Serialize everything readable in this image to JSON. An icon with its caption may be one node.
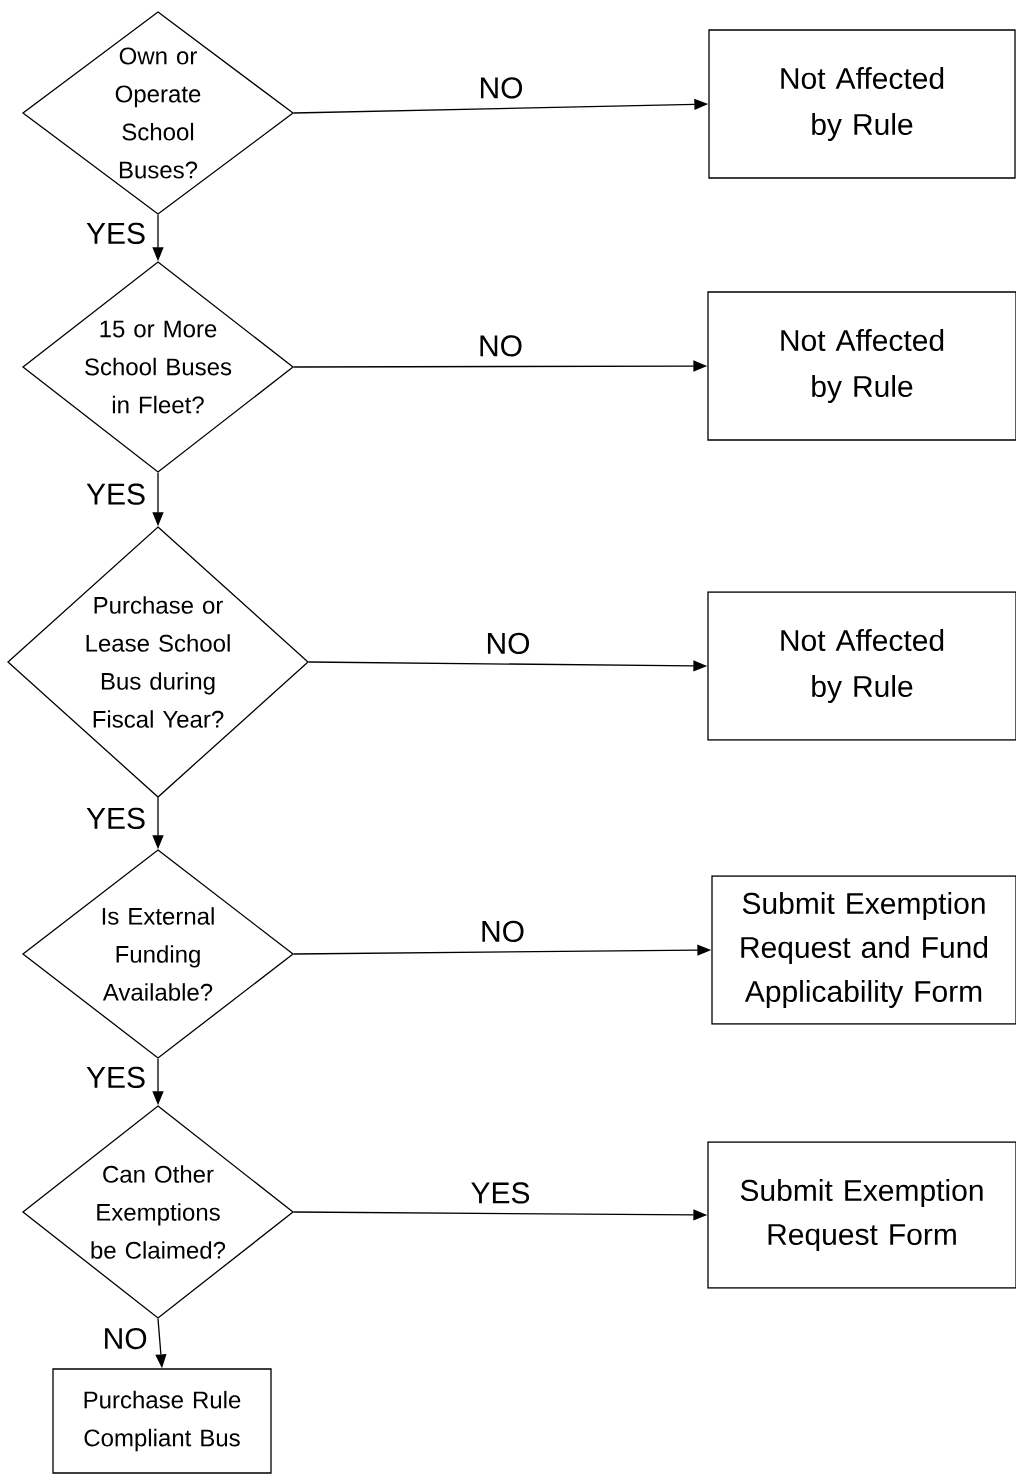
{
  "diagram": {
    "nodes": [
      {
        "text": [
          "Own or Operate School Buses?"
        ]
      },
      {
        "text": [
          "Not Affected by Rule"
        ]
      },
      {
        "text": [
          "15 or More School Buses in Fleet?"
        ]
      },
      {
        "text": [
          "Not Affected by Rule"
        ]
      },
      {
        "text": [
          "Purchase or Lease School Bus during Fiscal Year?"
        ]
      },
      {
        "text": [
          "Not Affected by Rule"
        ]
      },
      {
        "text": [
          "Is External Funding Available?"
        ]
      },
      {
        "text": [
          "Submit Exemption Request and Fund Applicability Form"
        ]
      },
      {
        "text": [
          "Can Other Exemptions be Claimed?"
        ]
      },
      {
        "text": [
          "Submit Exemption Request Form"
        ]
      },
      {
        "text": [
          "Purchase Rule Compliant Bus"
        ]
      }
    ],
    "edges": [
      {
        "from": 0,
        "to": 1,
        "arrow": "to",
        "label": "NO"
      },
      {
        "from": 0,
        "to": 2,
        "arrow": "to",
        "label": "YES"
      },
      {
        "from": 2,
        "to": 3,
        "arrow": "to",
        "label": "NO"
      },
      {
        "from": 2,
        "to": 4,
        "arrow": "to",
        "label": "YES"
      },
      {
        "from": 4,
        "to": 5,
        "arrow": "to",
        "label": "NO"
      },
      {
        "from": 4,
        "to": 6,
        "arrow": "to",
        "label": "YES"
      },
      {
        "from": 6,
        "to": 7,
        "arrow": "to",
        "label": "NO"
      },
      {
        "from": 6,
        "to": 8,
        "arrow": "to",
        "label": "YES"
      },
      {
        "from": 8,
        "to": 9,
        "arrow": "to",
        "label": "YES"
      },
      {
        "from": 8,
        "to": 10,
        "arrow": "to",
        "label": "NO"
      }
    ]
  }
}
